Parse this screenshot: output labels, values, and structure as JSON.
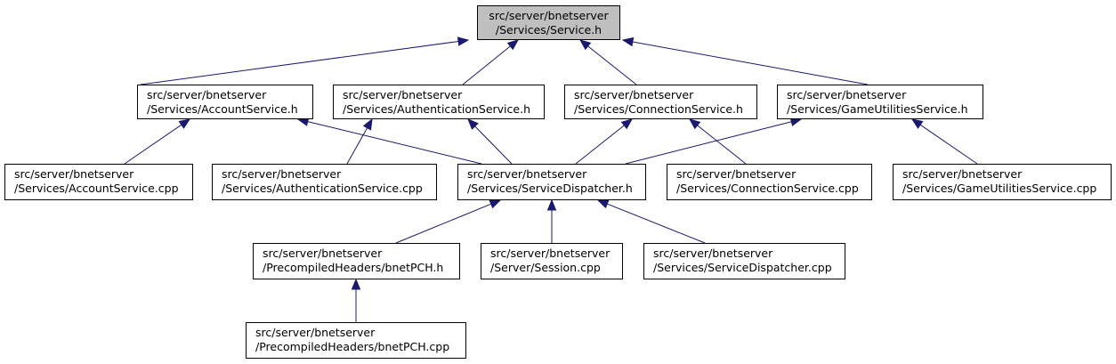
{
  "graph": {
    "colors": {
      "edge": "#191970",
      "root_fill": "#bfbfbf",
      "node_fill": "#ffffff",
      "border": "#000000"
    },
    "nodes": {
      "service_h": {
        "line1": "src/server/bnetserver",
        "line2": "/Services/Service.h"
      },
      "account_h": {
        "line1": "src/server/bnetserver",
        "line2": "/Services/AccountService.h"
      },
      "auth_h": {
        "line1": "src/server/bnetserver",
        "line2": "/Services/AuthenticationService.h"
      },
      "conn_h": {
        "line1": "src/server/bnetserver",
        "line2": "/Services/ConnectionService.h"
      },
      "game_h": {
        "line1": "src/server/bnetserver",
        "line2": "/Services/GameUtilitiesService.h"
      },
      "account_cpp": {
        "line1": "src/server/bnetserver",
        "line2": "/Services/AccountService.cpp"
      },
      "auth_cpp": {
        "line1": "src/server/bnetserver",
        "line2": "/Services/AuthenticationService.cpp"
      },
      "dispatcher_h": {
        "line1": "src/server/bnetserver",
        "line2": "/Services/ServiceDispatcher.h"
      },
      "conn_cpp": {
        "line1": "src/server/bnetserver",
        "line2": "/Services/ConnectionService.cpp"
      },
      "game_cpp": {
        "line1": "src/server/bnetserver",
        "line2": "/Services/GameUtilitiesService.cpp"
      },
      "pch_h": {
        "line1": "src/server/bnetserver",
        "line2": "/PrecompiledHeaders/bnetPCH.h"
      },
      "session_cpp": {
        "line1": "src/server/bnetserver",
        "line2": "/Server/Session.cpp"
      },
      "dispatcher_cpp": {
        "line1": "src/server/bnetserver",
        "line2": "/Services/ServiceDispatcher.cpp"
      },
      "pch_cpp": {
        "line1": "src/server/bnetserver",
        "line2": "/PrecompiledHeaders/bnetPCH.cpp"
      }
    },
    "edges": [
      {
        "from": "account_h",
        "to": "service_h"
      },
      {
        "from": "auth_h",
        "to": "service_h"
      },
      {
        "from": "conn_h",
        "to": "service_h"
      },
      {
        "from": "game_h",
        "to": "service_h"
      },
      {
        "from": "account_cpp",
        "to": "account_h"
      },
      {
        "from": "dispatcher_h",
        "to": "account_h"
      },
      {
        "from": "auth_cpp",
        "to": "auth_h"
      },
      {
        "from": "dispatcher_h",
        "to": "auth_h"
      },
      {
        "from": "dispatcher_h",
        "to": "conn_h"
      },
      {
        "from": "conn_cpp",
        "to": "conn_h"
      },
      {
        "from": "dispatcher_h",
        "to": "game_h"
      },
      {
        "from": "game_cpp",
        "to": "game_h"
      },
      {
        "from": "pch_h",
        "to": "dispatcher_h"
      },
      {
        "from": "session_cpp",
        "to": "dispatcher_h"
      },
      {
        "from": "dispatcher_cpp",
        "to": "dispatcher_h"
      },
      {
        "from": "pch_cpp",
        "to": "pch_h"
      }
    ]
  }
}
